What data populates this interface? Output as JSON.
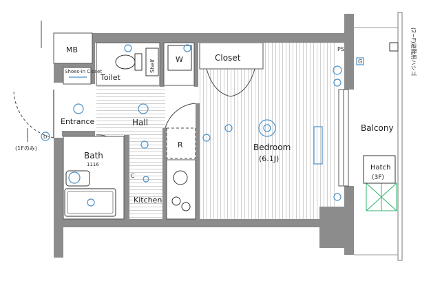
{
  "rooms": {
    "mb": "MB",
    "toilet": "Toilet",
    "shoes_in_closet": "Shoes-in Closet",
    "w": "W",
    "shelf": "Shelf",
    "closet": "Closet",
    "entrance": "Entrance",
    "hall": "Hall",
    "r": "R",
    "bedroom": "Bedroom",
    "bedroom_size": "(6.1J)",
    "bath": "Bath",
    "bath_size": "1116",
    "kitchen": "Kitchen",
    "balcony": "Balcony",
    "hatch": "Hatch",
    "hatch_floor": "(3F)",
    "ps": "PS",
    "g": "G",
    "d": "D",
    "c": "C"
  },
  "notes": {
    "first_floor_only": "(1Fのみ)",
    "balcony_side": "(2~F)避難用ハシゴ"
  },
  "colors": {
    "wall": "#8a8a8a",
    "wall_dark": "#6f6f6f",
    "line": "#333333",
    "fixture": "#4a90c8",
    "hatch_green": "#2fb36b",
    "floor_stripe": "#d6d6d6"
  }
}
